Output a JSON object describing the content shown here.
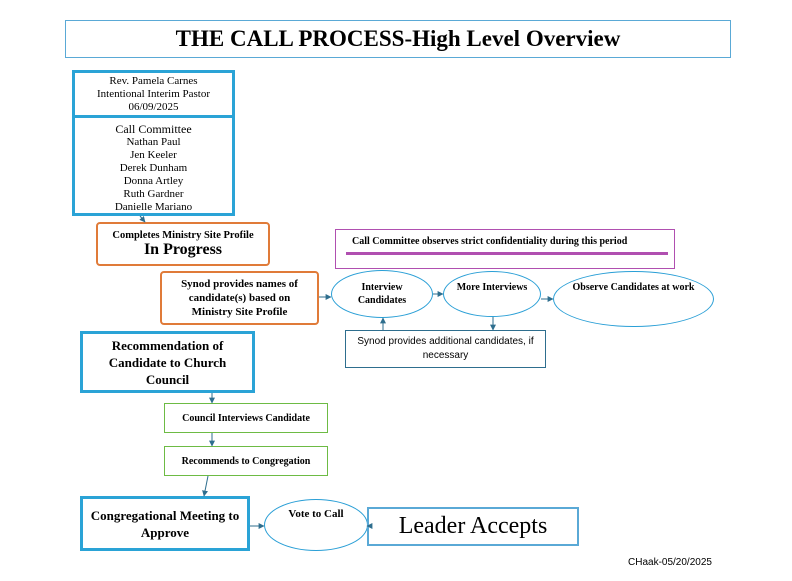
{
  "title": "THE CALL PROCESS-High Level Overview",
  "pastor": {
    "name": "Rev. Pamela Carnes",
    "role": "Intentional Interim Pastor",
    "date": "06/09/2025"
  },
  "committee": {
    "heading": "Call Committee",
    "members": [
      "Nathan Paul",
      "Jen Keeler",
      "Derek Dunham",
      "Donna Artley",
      "Ruth Gardner",
      "Danielle Mariano"
    ]
  },
  "profile": {
    "label": "Completes Ministry Site Profile",
    "status": "In Progress"
  },
  "confidentiality": "Call Committee observes strict confidentiality during this period",
  "synod_names": "Synod provides names of candidate(s) based on Ministry Site Profile",
  "interview": "Interview Candidates",
  "more_interviews": "More Interviews",
  "observe": "Observe Candidates at work",
  "synod_additional": "Synod provides additional candidates, if necessary",
  "recommendation": "Recommendation of Candidate to Church Council",
  "council_interviews": "Council Interviews Candidate",
  "recommends": "Recommends to Congregation",
  "meeting": "Congregational Meeting to Approve",
  "vote": "Vote to Call",
  "accepts": "Leader Accepts",
  "footer": "CHaak-05/20/2025",
  "colors": {
    "blue": "#2aa3d6",
    "orange": "#e07b39",
    "green": "#6dbb44",
    "purple": "#b04fb0",
    "teal": "#2e6e8e"
  }
}
